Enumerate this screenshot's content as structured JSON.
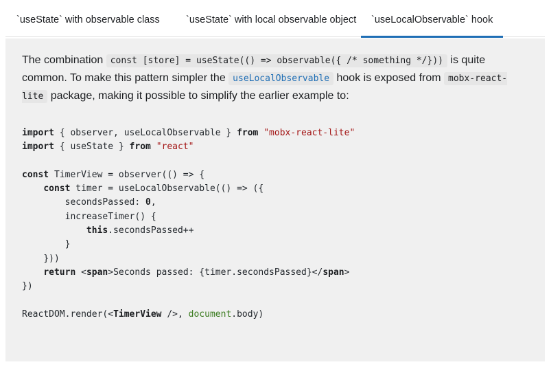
{
  "tabs": [
    {
      "label": "`useState` with observable class"
    },
    {
      "label": "`useState` with local observable object"
    },
    {
      "label": "`useLocalObservable` hook"
    }
  ],
  "intro": {
    "t1": "The combination ",
    "c1": "const [store] = useState(() => observable({ /* something */}))",
    "t2": " is quite common. To make this pattern simpler the ",
    "c2": "useLocalObservable",
    "t3": " hook is exposed from ",
    "c3": "mobx-react-lite",
    "t4": " package, making it possible to simplify the earlier example to:"
  },
  "code": {
    "l1": {
      "kw1": "import",
      "mid": " { observer, useLocalObservable } ",
      "kw2": "from",
      "str": "\"mobx-react-lite\""
    },
    "l2": {
      "kw1": "import",
      "mid": " { useState } ",
      "kw2": "from",
      "str": "\"react\""
    },
    "l3": {
      "kw": "const",
      "rest": " TimerView = observer(() => {"
    },
    "l4": {
      "kw": "const",
      "rest": " timer = useLocalObservable(() => ({"
    },
    "l5": {
      "pre": "secondsPassed: ",
      "num": "0",
      "post": ","
    },
    "l6": {
      "text": "increaseTimer() {"
    },
    "l7": {
      "kw": "this",
      "rest": ".secondsPassed++"
    },
    "l8": {
      "text": "}"
    },
    "l9": {
      "text": "}))"
    },
    "l10": {
      "kw": "return",
      "lt1": " <",
      "tag1": "span",
      "mid": ">Seconds passed: {timer.secondsPassed}</",
      "tag2": "span",
      "end": ">"
    },
    "l11": {
      "text": "})"
    },
    "l12": {
      "pre": "ReactDOM.render(<",
      "tag": "TimerView",
      "mid": " />, ",
      "g": "document",
      "post": ".body)"
    }
  }
}
